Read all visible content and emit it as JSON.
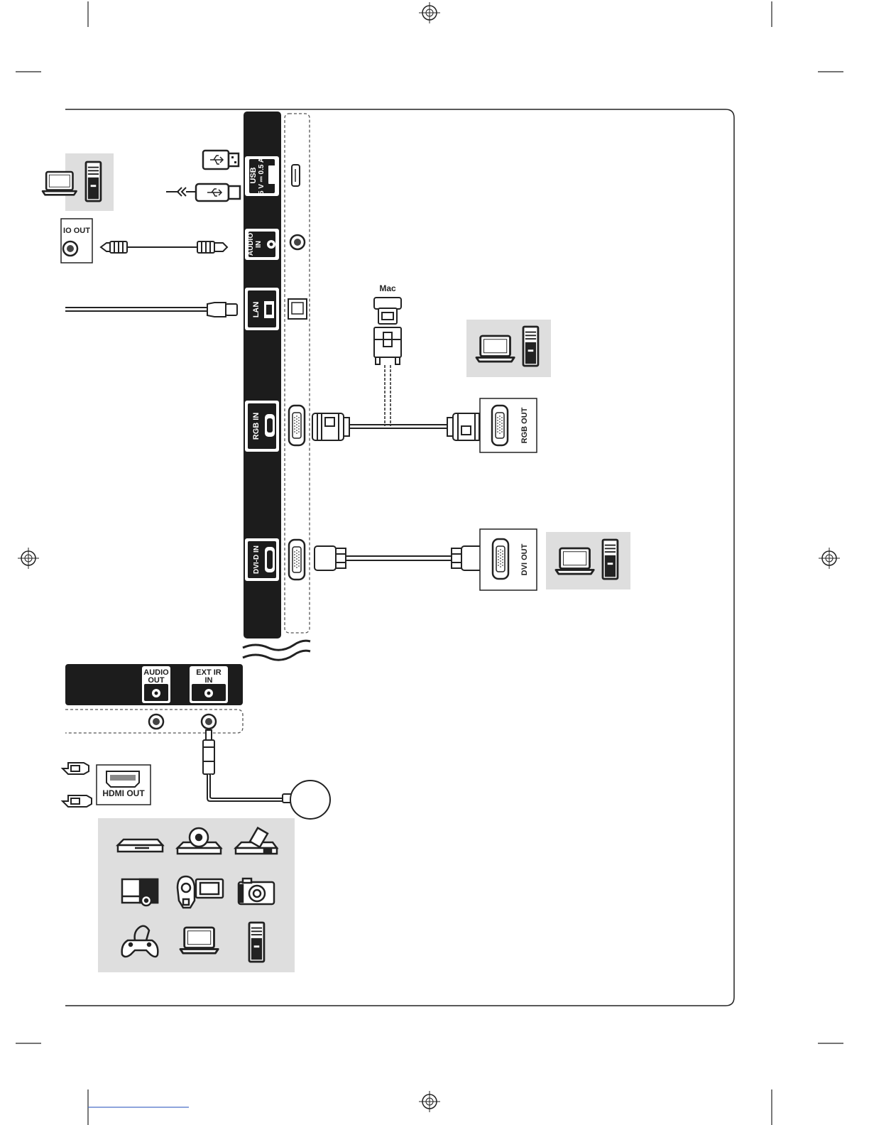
{
  "panel_ports": {
    "usb": {
      "line1": "USB",
      "line2": "5 V ⎓ 0.5 A"
    },
    "audio_in": {
      "line1": "AUDIO",
      "line2": "IN"
    },
    "lan": "LAN",
    "rgb_in": "RGB IN",
    "dvi_in": "DVI-D IN"
  },
  "bottom_ports": {
    "audio_out": {
      "line1": "AUDIO",
      "line2": "OUT"
    },
    "ext_ir_in": {
      "line1": "EXT IR",
      "line2": "IN"
    }
  },
  "external_labels": {
    "audio_out_partial": "IO OUT",
    "mac": "Mac",
    "rgb_out": "RGB OUT",
    "dvi_out": "DVI OUT",
    "hdmi_out": "HDMI OUT"
  },
  "device_grid": [
    "dvd-player",
    "blu-ray-player",
    "set-top-box",
    "home-theater",
    "camcorder",
    "digital-camera",
    "game-console",
    "laptop",
    "desktop-tower"
  ],
  "colors": {
    "panel": "#1c1c1c",
    "device_box": "#dedede",
    "line": "#222222"
  }
}
